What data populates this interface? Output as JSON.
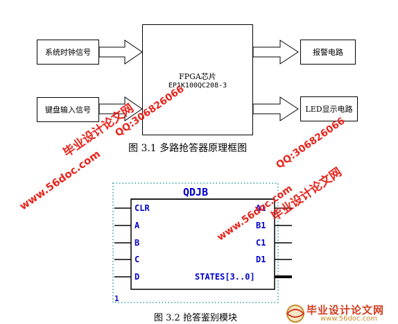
{
  "figure1": {
    "inputs": [
      "系统时钟信号",
      "键盘输入信号"
    ],
    "chip_lines": [
      "FPGA芯片",
      "EP1K100QC208-3"
    ],
    "outputs": [
      "报警电路",
      "LED显示电路"
    ],
    "caption": "图 3.1  多路抢答器原理框图"
  },
  "figure2": {
    "module_name": "QDJB",
    "left_pins": [
      "CLR",
      "A",
      "B",
      "C",
      "D"
    ],
    "right_pins": [
      "A1",
      "B1",
      "C1",
      "D1",
      "STATES[3..0]"
    ],
    "corner_label": "1",
    "caption": "图 3.2  抢答鉴别模块"
  },
  "watermarks": {
    "site_cn": "毕业设计论文网",
    "qq": "QQ:306826066",
    "url": "www.56doc.com"
  },
  "logo": {
    "title": "毕业设计论文网",
    "url": "www.56doc.com"
  },
  "colors": {
    "watermark": "#e8241c",
    "pin_text": "#0000cc",
    "dotted_frame": "#2e9a9a"
  }
}
